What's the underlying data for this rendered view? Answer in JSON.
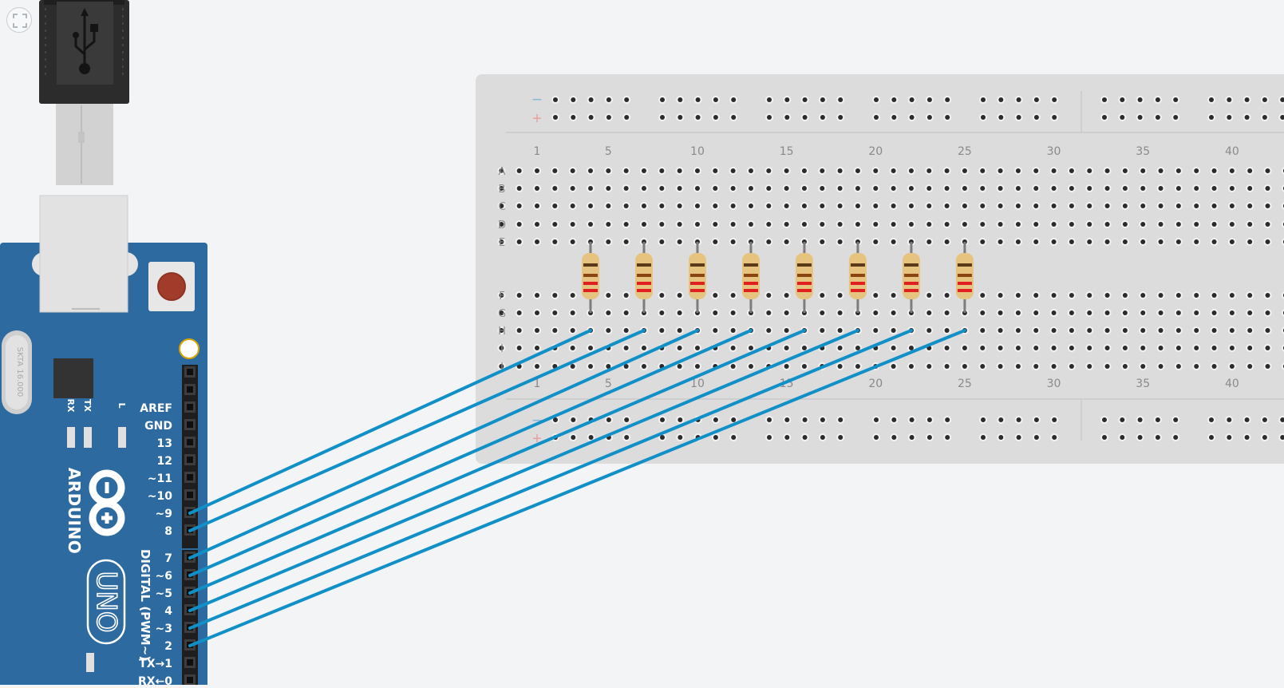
{
  "toolbar": {
    "fit_icon": "fit-to-view-icon"
  },
  "breadboard": {
    "rail_minus": "−",
    "rail_plus": "+",
    "column_labels": [
      "1",
      "5",
      "10",
      "15",
      "20",
      "25",
      "30",
      "35",
      "40"
    ],
    "row_labels_top": [
      "A",
      "B",
      "C",
      "D",
      "E"
    ],
    "row_labels_bottom": [
      "F",
      "G",
      "H",
      "I",
      "J"
    ],
    "resistor_count": 8,
    "colors": {
      "board": "#dcdcdc",
      "hole": "#2b2b2b",
      "label": "#8a8a8a",
      "minus": "#8ab8d8",
      "plus": "#e8a0a0"
    }
  },
  "arduino": {
    "brand": "ARDUINO",
    "model": "UNO",
    "crystal": "SKTA 16.000",
    "leds": [
      "RX",
      "TX",
      "L"
    ],
    "header_section_label": "DIGITAL (PWM~)",
    "pins": [
      "AREF",
      "GND",
      "13",
      "12",
      "~11",
      "~10",
      "~9",
      "8",
      "7",
      "~6",
      "~5",
      "4",
      "~3",
      "2",
      "TX→1",
      "RX←0"
    ],
    "board_color": "#2d6a9f",
    "wire_color": "#1190c8"
  }
}
